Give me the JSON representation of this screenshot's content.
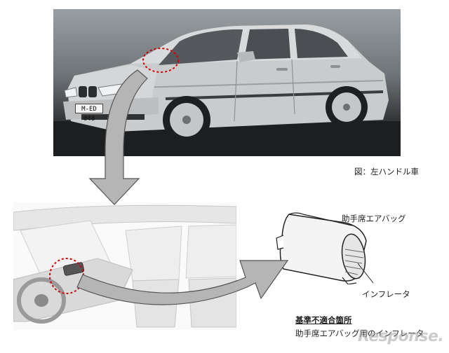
{
  "car_photo": {
    "plate_text": "M-ED 048",
    "caption": "図：左ハンドル車"
  },
  "airbag_diagram": {
    "airbag_label": "助手席エアバッグ",
    "inflator_label": "インフレータ"
  },
  "nonconformity": {
    "title": "基準不適合箇所",
    "description": "助手席エアバッグ用のインフレータ"
  },
  "watermark": {
    "text": "Response."
  },
  "colors": {
    "highlight_circle": "#d40000",
    "arrow_fill": "#b5b5b5",
    "arrow_stroke": "#555555"
  }
}
